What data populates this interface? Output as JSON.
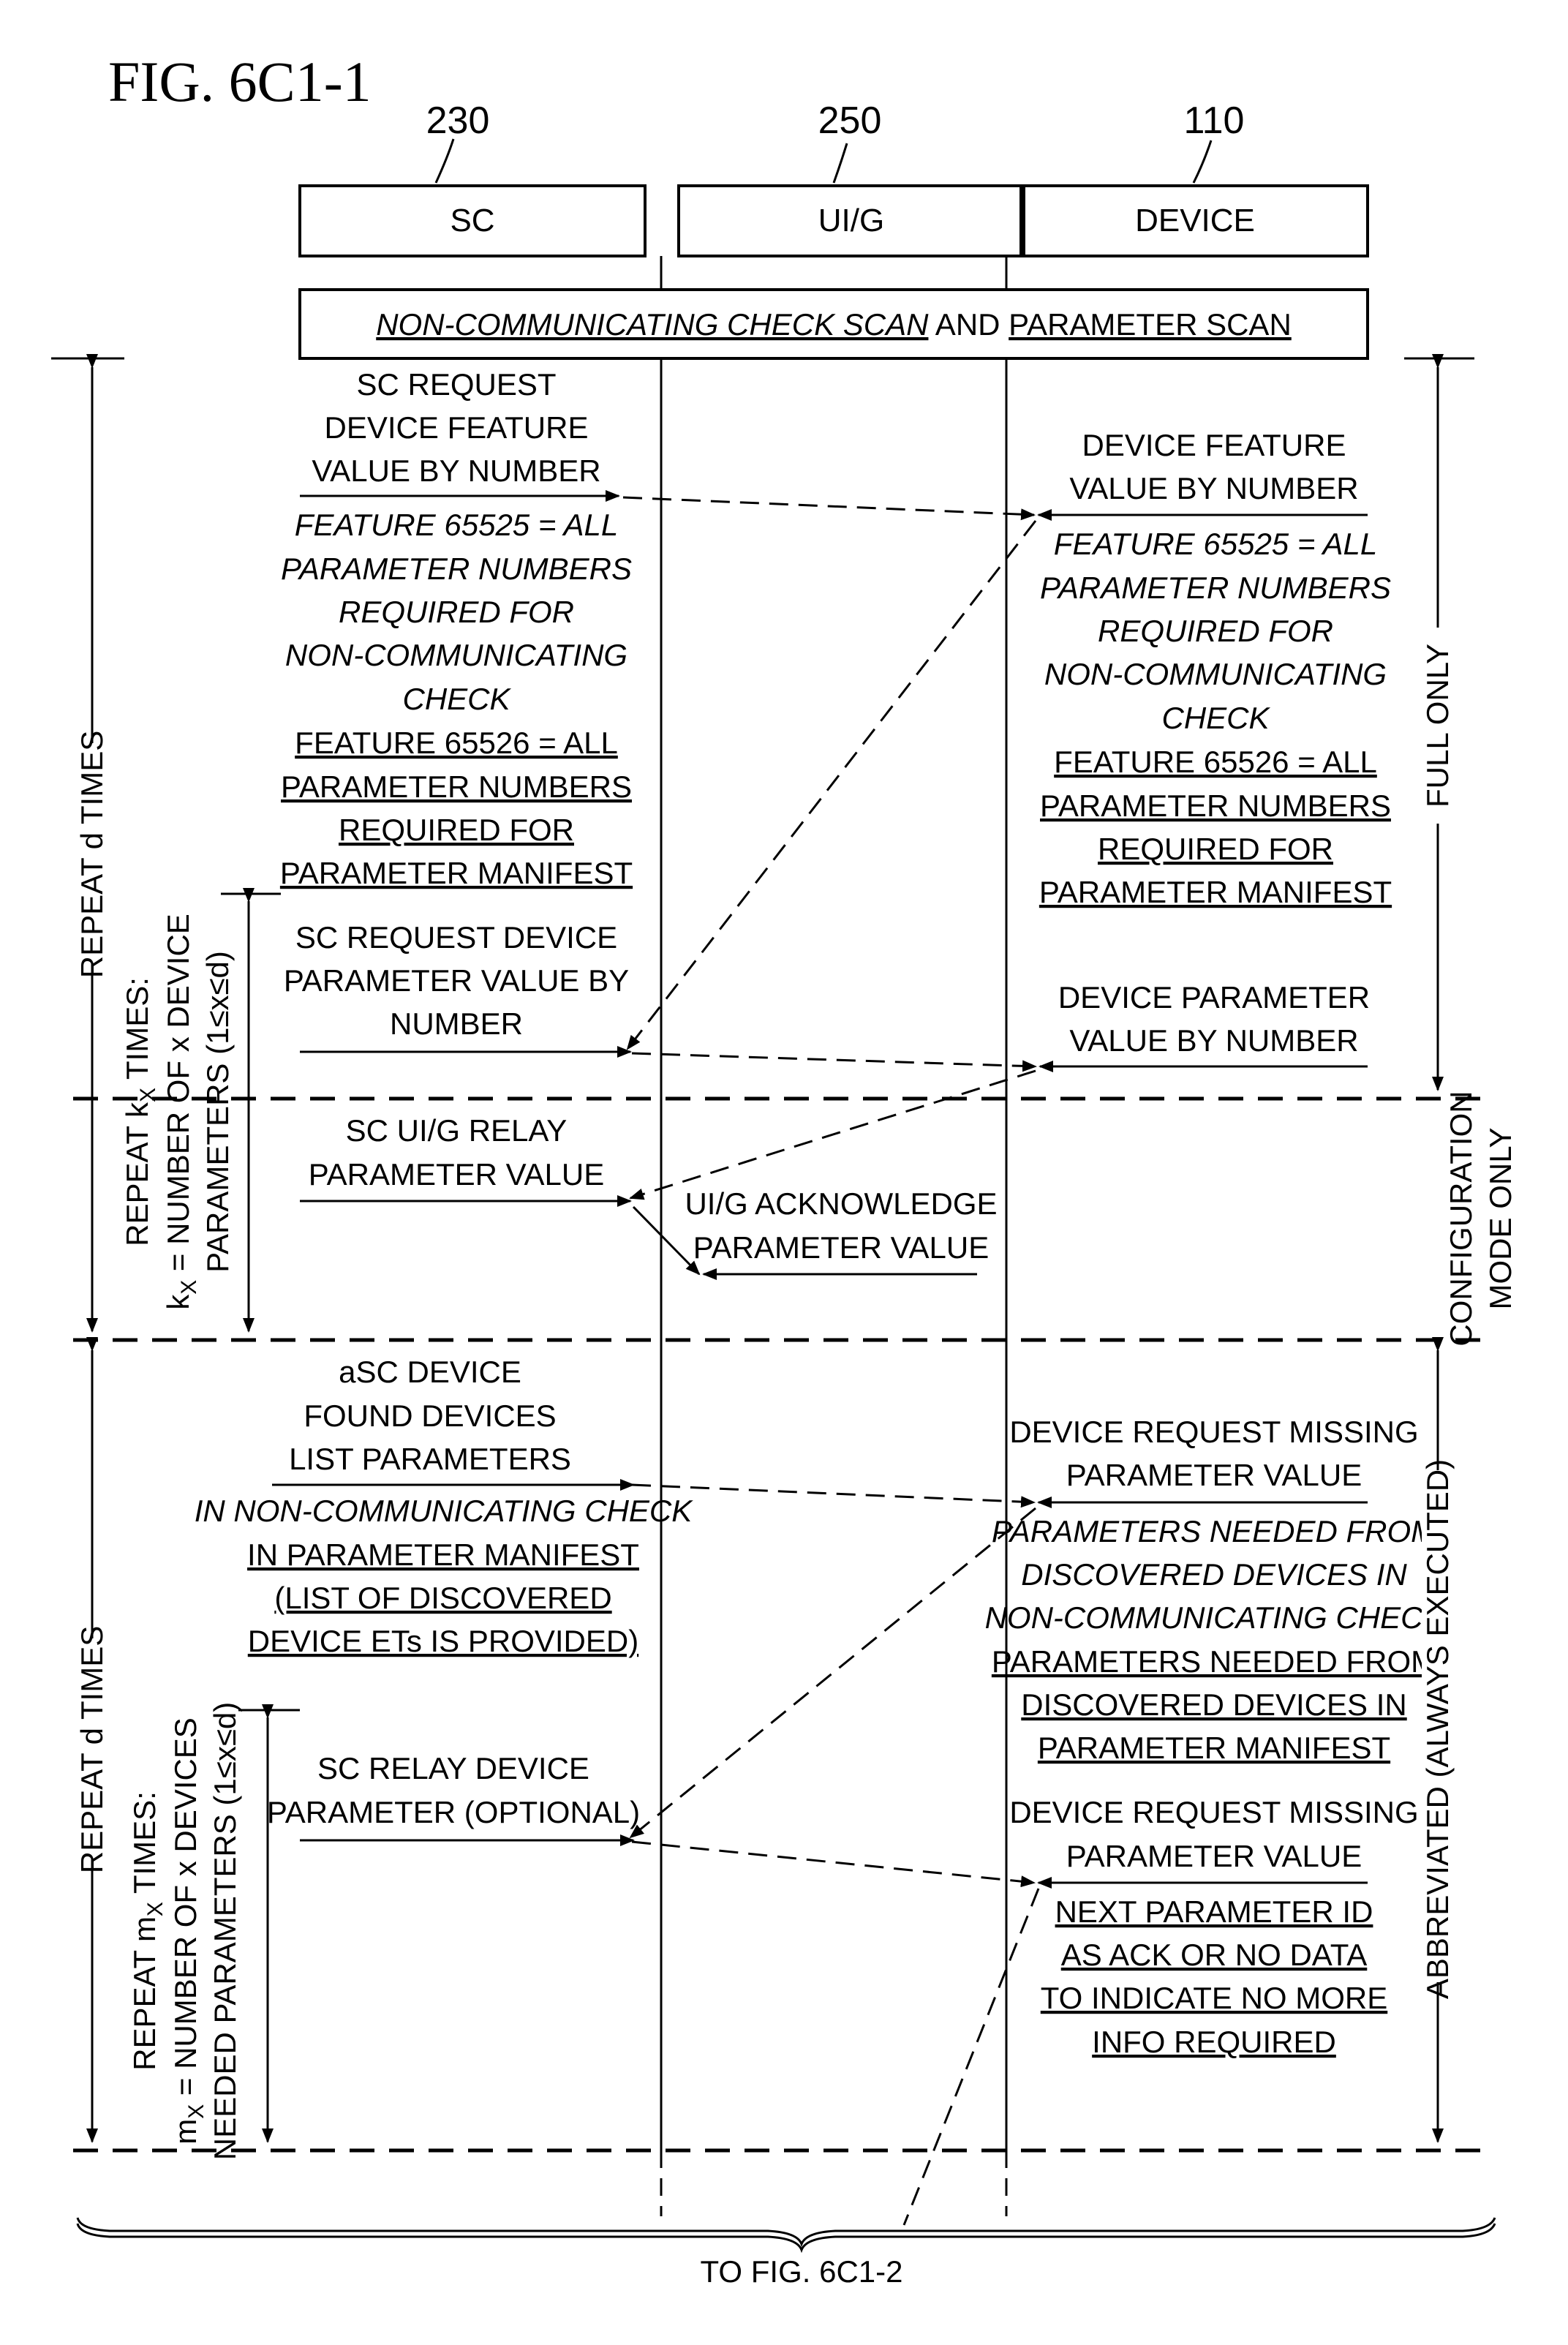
{
  "figure_title": "FIG. 6C1-1",
  "lanes": [
    {
      "ref": "230",
      "label": "SC"
    },
    {
      "ref": "250",
      "label": "UI/G"
    },
    {
      "ref": "110",
      "label": "DEVICE"
    }
  ],
  "scan_banner": {
    "part1": "NON-COMMUNICATING CHECK SCAN",
    "part2": " AND ",
    "part3": "PARAMETER SCAN"
  },
  "sc_request_feature": [
    "SC REQUEST",
    "DEVICE FEATURE",
    "VALUE BY NUMBER"
  ],
  "sc_feature_notes": [
    "FEATURE 65525 = ALL",
    "PARAMETER NUMBERS",
    "REQUIRED FOR",
    "NON-COMMUNICATING",
    "CHECK",
    "FEATURE 65526 = ALL",
    "PARAMETER NUMBERS",
    "REQUIRED FOR",
    "PARAMETER MANIFEST"
  ],
  "device_feature": [
    "DEVICE FEATURE",
    "VALUE BY NUMBER"
  ],
  "device_feature_notes": [
    "FEATURE 65525 = ALL",
    "PARAMETER NUMBERS",
    "REQUIRED FOR",
    "NON-COMMUNICATING",
    "CHECK",
    "FEATURE 65526 = ALL",
    "PARAMETER NUMBERS",
    "REQUIRED FOR",
    "PARAMETER MANIFEST"
  ],
  "sc_request_param": [
    "SC REQUEST DEVICE",
    "PARAMETER VALUE BY",
    "NUMBER"
  ],
  "device_param": [
    "DEVICE PARAMETER",
    "VALUE BY NUMBER"
  ],
  "sc_relay": [
    "SC UI/G RELAY",
    "PARAMETER VALUE"
  ],
  "uig_ack": [
    "UI/G ACKNOWLEDGE",
    "PARAMETER VALUE"
  ],
  "asc_found": [
    "aSC DEVICE",
    "FOUND DEVICES",
    "LIST PARAMETERS"
  ],
  "asc_notes": [
    "IN NON-COMMUNICATING CHECK",
    "IN PARAMETER MANIFEST",
    "(LIST OF DISCOVERED",
    "DEVICE ETs IS PROVIDED)"
  ],
  "device_missing_1": [
    "DEVICE REQUEST MISSING",
    "PARAMETER VALUE"
  ],
  "device_missing_notes": [
    "PARAMETERS NEEDED FROM",
    "DISCOVERED DEVICES IN",
    "NON-COMMUNICATING CHECK",
    "PARAMETERS NEEDED FROM",
    "DISCOVERED DEVICES IN",
    "PARAMETER MANIFEST"
  ],
  "sc_relay_device": [
    "SC RELAY DEVICE",
    "PARAMETER (OPTIONAL)"
  ],
  "device_missing_2": [
    "DEVICE REQUEST MISSING",
    "PARAMETER VALUE"
  ],
  "device_missing_2_notes": [
    "NEXT PARAMETER ID",
    "AS ACK OR NO DATA",
    "TO INDICATE NO MORE",
    "INFO REQUIRED"
  ],
  "left_labels": {
    "repeat_d_top": "REPEAT d TIMES",
    "repeat_k_l1_a": "REPEAT k",
    "repeat_k_l1_sub": "X",
    "repeat_k_l1_b": " TIMES:",
    "repeat_k_l2_a": "k",
    "repeat_k_l2_sub": "X",
    "repeat_k_l2_b": " = NUMBER OF x DEVICE",
    "repeat_k_l3": "PARAMETERS (1≤x≤d)",
    "repeat_d_bottom": "REPEAT d TIMES",
    "repeat_m_l1_a": "REPEAT m",
    "repeat_m_l1_sub": "X",
    "repeat_m_l1_b": " TIMES:",
    "repeat_m_l2_a": "m",
    "repeat_m_l2_sub": "X",
    "repeat_m_l2_b": " = NUMBER OF x DEVICES",
    "repeat_m_l3": "NEEDED PARAMETERS (1≤x≤d)"
  },
  "right_labels": {
    "full_only": "FULL ONLY",
    "config_l1": "CONFIGURATION",
    "config_l2": "MODE ONLY",
    "abbreviated": "ABBREVIATED (ALWAYS EXECUTED)"
  },
  "continuation": "TO FIG. 6C1-2"
}
